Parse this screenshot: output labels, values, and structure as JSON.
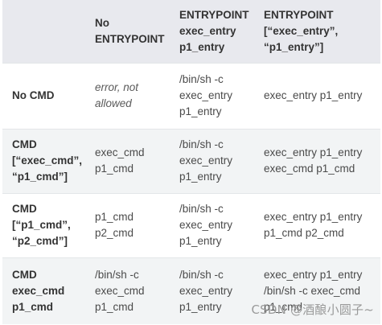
{
  "table": {
    "headers": [
      "",
      "No\nENTRYPOINT",
      "ENTRYPOINT\nexec_entry\np1_entry",
      "ENTRYPOINT\n[“exec_entry”,\n“p1_entry”]"
    ],
    "rows": [
      {
        "label": "No CMD",
        "cells": [
          "error, not\nallowed",
          "/bin/sh -c\nexec_entry\np1_entry",
          "exec_entry p1_entry"
        ]
      },
      {
        "label": "CMD\n[“exec_cmd”,\n“p1_cmd”]",
        "cells": [
          "exec_cmd\np1_cmd",
          "/bin/sh -c\nexec_entry\np1_entry",
          "exec_entry p1_entry\nexec_cmd p1_cmd"
        ]
      },
      {
        "label": "CMD\n[“p1_cmd”,\n“p2_cmd”]",
        "cells": [
          "p1_cmd\np2_cmd",
          "/bin/sh -c\nexec_entry\np1_entry",
          "exec_entry p1_entry\np1_cmd p2_cmd"
        ]
      },
      {
        "label": "CMD\nexec_cmd\np1_cmd",
        "cells": [
          "/bin/sh -c\nexec_cmd\np1_cmd",
          "/bin/sh -c\nexec_entry\np1_entry",
          "exec_entry p1_entry\n/bin/sh -c exec_cmd\np1_cmd"
        ]
      }
    ]
  },
  "watermark": "CSDN @酒酿小圆子~"
}
